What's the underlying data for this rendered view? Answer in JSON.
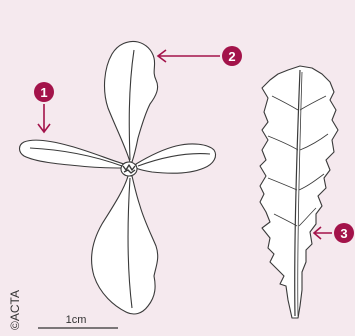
{
  "figure": {
    "background": "#f5e9ee",
    "line_color": "#3a3a3a",
    "leaf_fill": "#ffffff",
    "marker_color": "#a3134a",
    "marker_text_color": "#ffffff"
  },
  "markers": [
    {
      "id": "1",
      "label": "1"
    },
    {
      "id": "2",
      "label": "2"
    },
    {
      "id": "3",
      "label": "3"
    }
  ],
  "scale_bar": {
    "label": "1cm"
  },
  "credit": {
    "text": "©ACTA"
  }
}
